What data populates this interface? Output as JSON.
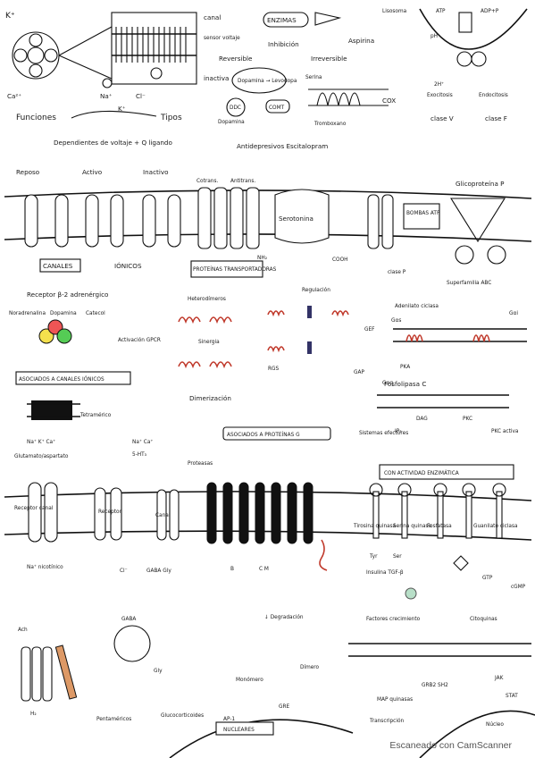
{
  "title": {
    "left": "Dependientes de voltaje + Q ligando",
    "middle": "Antidepresivos Escitalopram",
    "right": "Glicoproteína P"
  },
  "top": {
    "k": "K⁺",
    "canal_labels": [
      "canal",
      "sensor voltaje",
      "inactiva"
    ],
    "funciones": "Funciones",
    "tipos": "Tipos",
    "ions": [
      "Ca²⁺",
      "Na⁺",
      "Cl⁻",
      "K⁺"
    ],
    "enzimas": "ENZIMAS",
    "inhibicion": "Inhibición",
    "reversible": "Reversible",
    "irreversible": "Irreversible",
    "aspirina": "Aspirina",
    "dopamina_levodopa": "Dopamina → Levodopa",
    "ddc": "DDC",
    "comt": "COMT",
    "dopamina": "Dopamina",
    "serina": "Serina",
    "cox": "COX",
    "tromboxano": "Tromboxano",
    "lisosoma": "Lisosoma",
    "atp": "ATP",
    "adp": "ADP+P",
    "ph": "pH",
    "exocitosis": "Exocitosis",
    "endocitosis": "Endocitosis",
    "clase_v": "clase V",
    "clase_f": "clase F",
    "h": "2H⁺"
  },
  "membrane1": {
    "reposo": "Reposo",
    "activo": "Activo",
    "inactivo": "Inactivo",
    "canales": "CANALES",
    "ionicos": "IÓNICOS",
    "proteinas": "PROTEÍNAS TRANSPORTADORAS",
    "cotransp": "Cotrans.",
    "antitrans": "Antitrans.",
    "serotonina": "Serotonina",
    "bombas": "BOMBAS ATP",
    "clase_p": "clase P",
    "abc": "Superfamilia ABC",
    "nh2": "NH₂",
    "cooh": "COOH"
  },
  "gpcr": {
    "receptor_beta": "Receptor β-2 adrenérgico",
    "noradrenalina": "Noradrenalina",
    "dopamina": "Dopamina",
    "catecol": "Catecol",
    "activacion": "Activación GPCR",
    "heterodimeros": "Heterodímeros",
    "regulacion": "Regulación",
    "adenilato": "Adenilato ciclasa",
    "gas": "Gαs",
    "gai": "Gαi",
    "gef": "GEF",
    "rgs": "RGS",
    "gap": "GAP",
    "sinergia": "Sinergia",
    "dimerizacion": "Dimerización",
    "fosfolipasa": "Fosfolipasa C",
    "gq": "Gαq",
    "pkc": "PKC",
    "dag": "DAG",
    "ip3": "IP₃",
    "pkc_activa": "PKC activa",
    "pka": "PKA",
    "asociados_canales": "ASOCIADOS A CANALES IÓNICOS",
    "tetramerico": "Tetramérico",
    "glutamato": "Glutamato/aspartato",
    "ions2": "Na⁺ K⁺ Ca⁺",
    "ions3": "Na⁺ Ca⁺",
    "ht": "5-HT₃",
    "asociados_g": "ASOCIADOS A PROTEÍNAS G",
    "sistemas": "Sistemas efectores",
    "actividad": "CON ACTIVIDAD ENZIMÁTICA"
  },
  "membrane2": {
    "receptor_canal": "Receptor canal",
    "receptor": "Receptor",
    "canal": "Canal",
    "proteasas": "Proteasas",
    "nicotinico": "Na⁺ nicotínico",
    "cl": "Cl⁻",
    "gaba_gly": "GABA Gly",
    "b": "B",
    "cm": "C M",
    "gaba": "GABA",
    "gly": "Gly",
    "pentamericos": "Pentaméricos",
    "tirosina": "Tirosina quinasa",
    "serina_q": "Serina quinasa",
    "guanilato": "Guanilato ciclasa",
    "fosfatasa": "Fosfatasa",
    "tyr": "Tyr",
    "ser": "Ser",
    "insulina": "Insulina TGF-β",
    "gtp": "GTP",
    "cgmp": "cGMP"
  },
  "bottom": {
    "degradacion": "↓ Degradación",
    "factores": "Factores crecimiento",
    "citoquinas": "Citoquinas",
    "glucocorticoides": "Glucocorticoides",
    "monomero": "Monómero",
    "dimero": "Dímero",
    "ap1": "AP-1",
    "gre": "GRE",
    "nucleares": "NUCLEARES",
    "transcripcion": "Transcripción",
    "map": "MAP quinasas",
    "grb2": "GRB2 SH2",
    "jak": "JAK",
    "stat": "STAT",
    "nucleo": "Núcleo",
    "ach": "Ach",
    "h2": "H₂"
  },
  "footer": "Escaneado con CamScanner"
}
